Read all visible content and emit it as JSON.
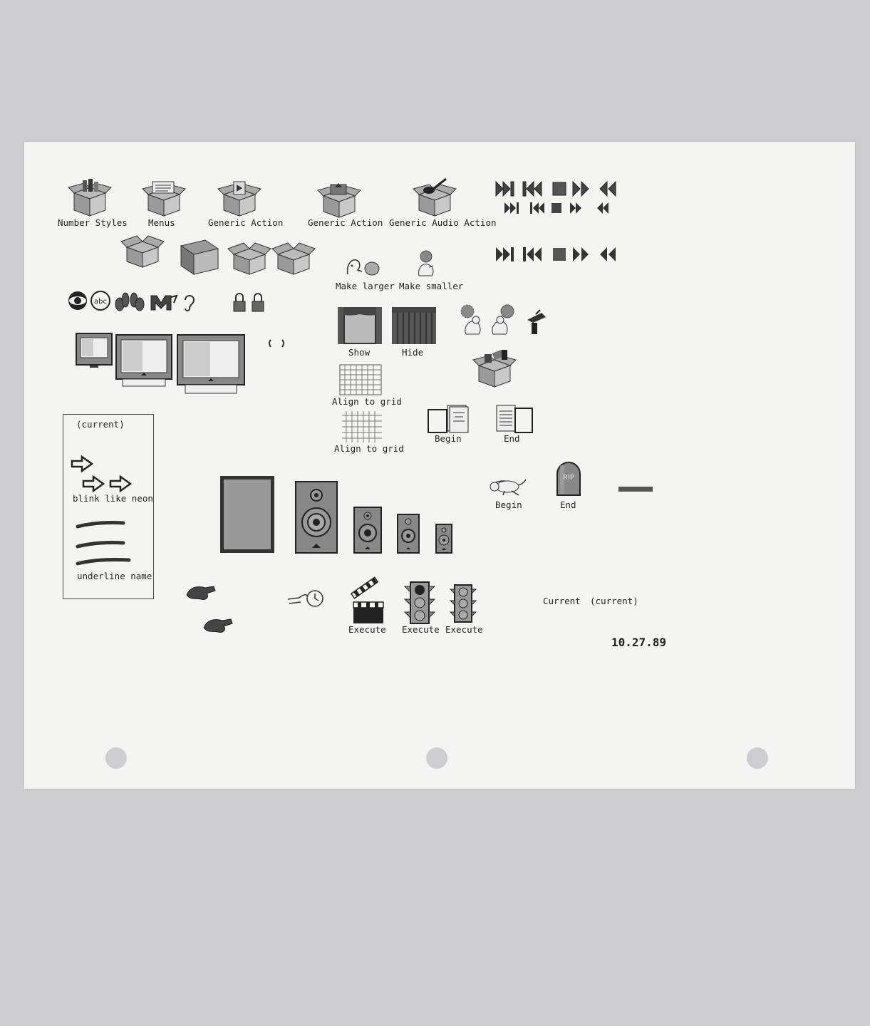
{
  "labels": {
    "number_styles": "Number Styles",
    "menus": "Menus",
    "generic_action_1": "Generic Action",
    "generic_action_2": "Generic Action",
    "generic_audio_action": "Generic Audio Action",
    "make_larger": "Make larger",
    "make_smaller": "Make smaller",
    "show": "Show",
    "hide": "Hide",
    "align_to_grid_1": "Align to grid",
    "align_to_grid_2": "Align to grid",
    "begin_book": "Begin",
    "end_book": "End",
    "begin_baby": "Begin",
    "end_rip": "End",
    "execute_1": "Execute",
    "execute_2": "Execute",
    "execute_3": "Execute",
    "current": "Current",
    "current_paren": "(current)",
    "date": "10.27.89"
  },
  "neon_box": {
    "title": "(current)",
    "blink_label": "blink like neon",
    "underline_label": "underline name"
  },
  "tombstone_text": "RIP",
  "network_logo_text": "abc",
  "colors": {
    "paper": "#f4f4f3",
    "background": "#cdcdcf",
    "ink": "#222222",
    "gray": "#8a8a8a"
  }
}
